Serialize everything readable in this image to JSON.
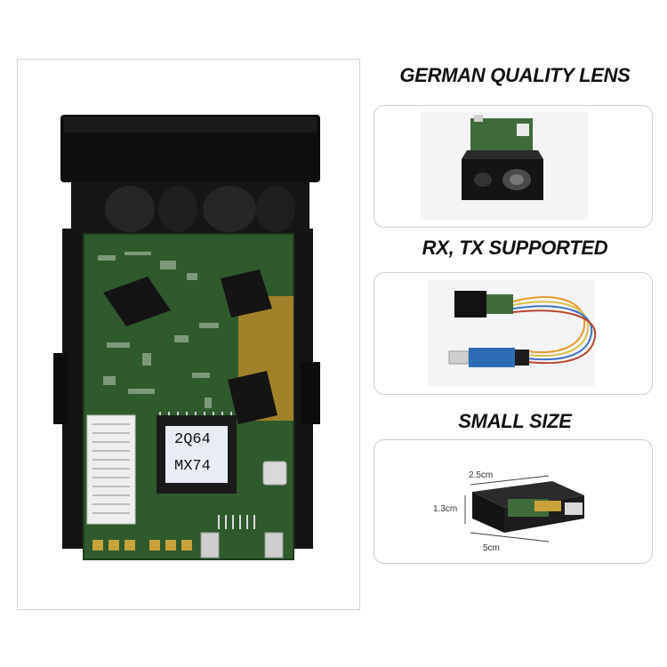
{
  "headings": {
    "lens": "GERMAN QUALITY LENS",
    "rxtx": "RX, TX SUPPORTED",
    "size": "SMALL SIZE"
  },
  "chip_label": {
    "line1": "2Q64",
    "line2": "MX74"
  },
  "dimensions": {
    "width": "2.5cm",
    "height": "1.3cm",
    "length": "5cm"
  }
}
